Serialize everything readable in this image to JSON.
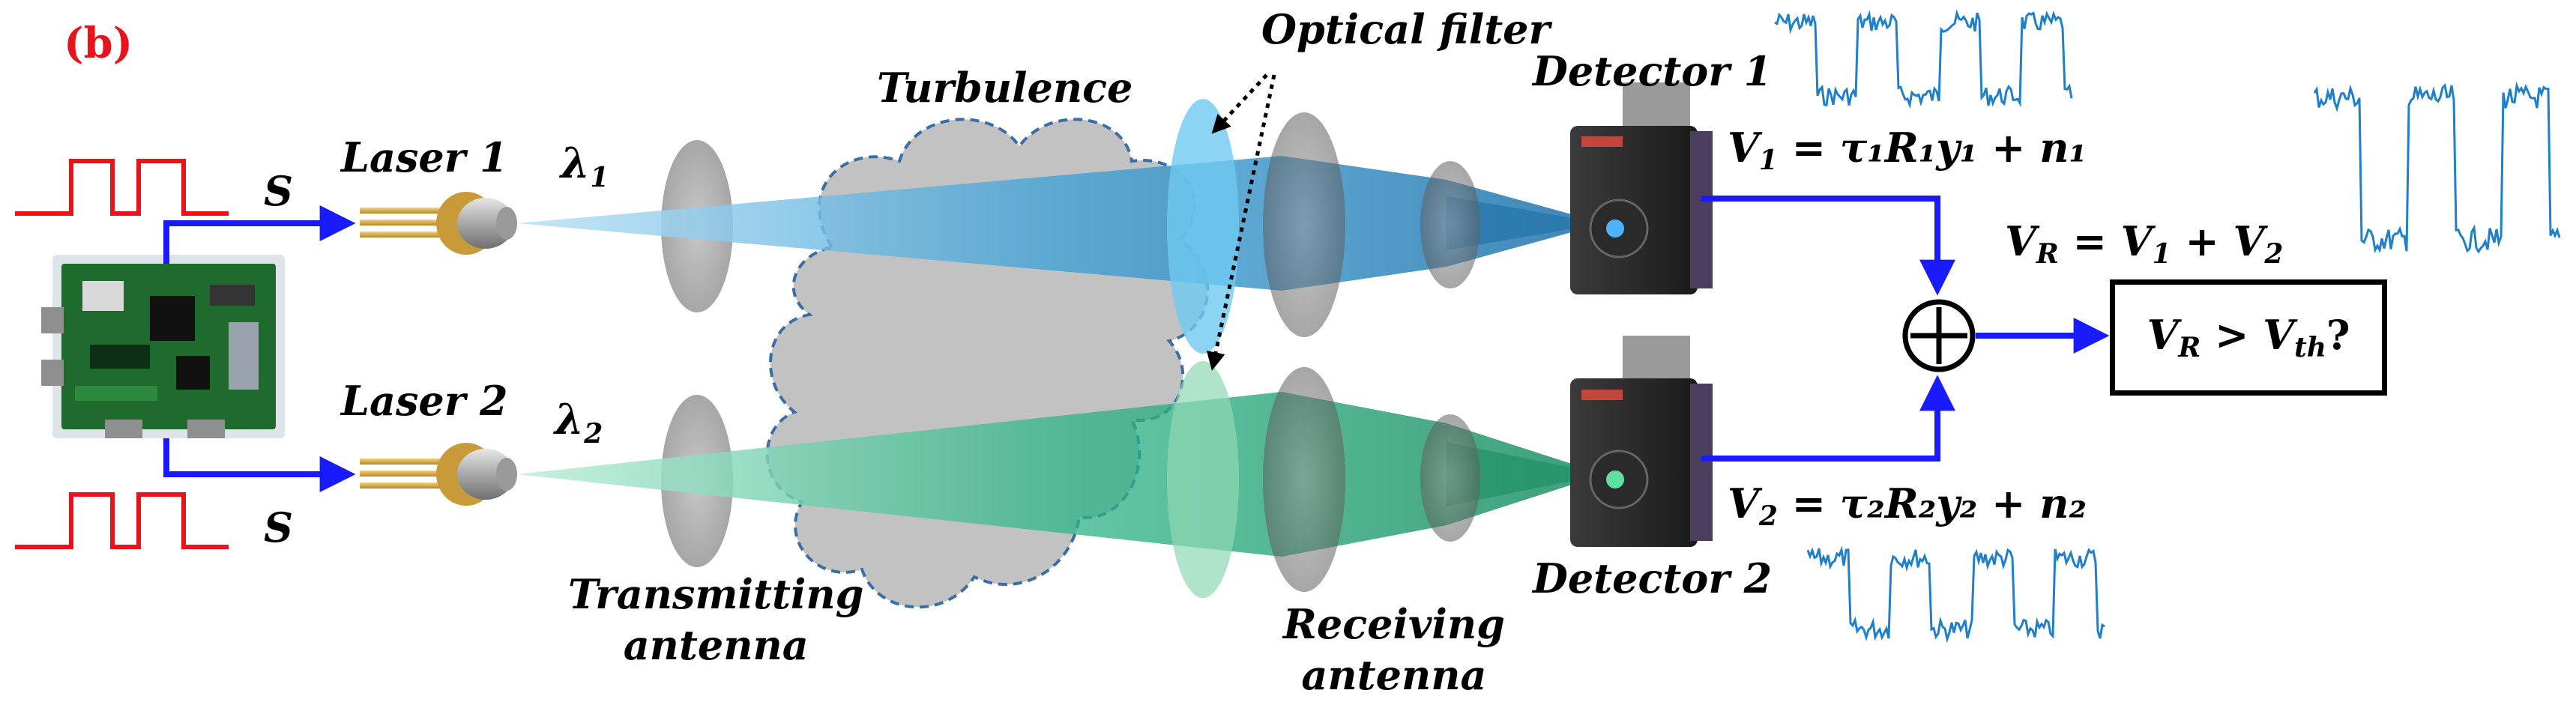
{
  "panel_label": "(b)",
  "signal_label_top": "S",
  "signal_label_bottom": "S",
  "laser1_label": "Laser 1",
  "laser2_label": "Laser 2",
  "lambda1": {
    "symbol": "λ",
    "sub": "1"
  },
  "lambda2": {
    "symbol": "λ",
    "sub": "2"
  },
  "turbulence_label": "Turbulence",
  "optical_filter_label": "Optical filter",
  "transmitting_antenna_label": [
    "Transmitting",
    "antenna"
  ],
  "receiving_antenna_label": [
    "Receiving",
    "antenna"
  ],
  "detector1_label": "Detector 1",
  "detector2_label": "Detector 2",
  "eq_v1": {
    "lhs": "V",
    "lhs_sub": "1",
    "rhs": "= τ₁R₁y₁ + n₁"
  },
  "eq_v2": {
    "lhs": "V",
    "lhs_sub": "2",
    "rhs": "= τ₂R₂y₂ + n₂"
  },
  "eq_vr": {
    "lhs": "V",
    "lhs_sub": "R",
    "rhs_a": "= V",
    "rhs_a_sub": "1",
    "rhs_b": " + V",
    "rhs_b_sub": "2"
  },
  "decision": {
    "a": "V",
    "a_sub": "R",
    "op": " > V",
    "b_sub": "th",
    "q": "?"
  },
  "colors": {
    "panel_label": "#e8141c",
    "square_wave": "#e8141c",
    "arrow": "#1a1aff",
    "beam_top": "#3a9fd6",
    "beam_bottom": "#2fb487",
    "noise_signal": "#1f7fc9",
    "cloud": "#c2c2c2",
    "cloud_outline": "#3a6ea5"
  }
}
